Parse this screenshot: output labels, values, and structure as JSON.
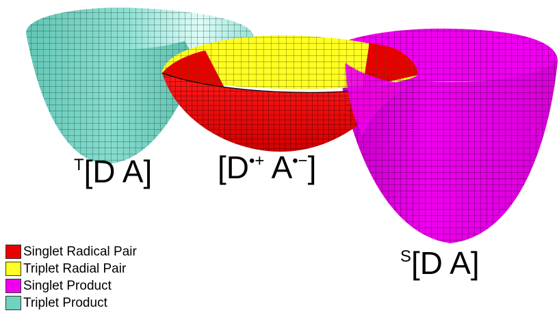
{
  "labels": {
    "triplet_reactant": {
      "sup": "T",
      "text": "[D A]"
    },
    "radical_pair": {
      "open": "[D",
      "cation_sup": "•+",
      "mid": " A",
      "anion_sup": "•−",
      "close": "]"
    },
    "singlet_product": {
      "sup": "S",
      "text": "[D A]"
    }
  },
  "legend": [
    {
      "label": "Singlet Radical Pair",
      "color": "#e80000"
    },
    {
      "label": "Triplet Radial Pair",
      "color": "#ffff22"
    },
    {
      "label": "Singlet Product",
      "color": "#ee00ee"
    },
    {
      "label": "Triplet Product",
      "color": "#6fd3c0"
    }
  ],
  "colors": {
    "triplet_product": "#6fd3c0",
    "triplet_product_light": "#d6fbf5",
    "triplet_product_inner": "#3f8f86",
    "radical_singlet": "#e80000",
    "radical_triplet": "#ffff22",
    "singlet_product": "#ee00ee",
    "singlet_product_dark": "#9a009a",
    "mesh": "#000000"
  }
}
